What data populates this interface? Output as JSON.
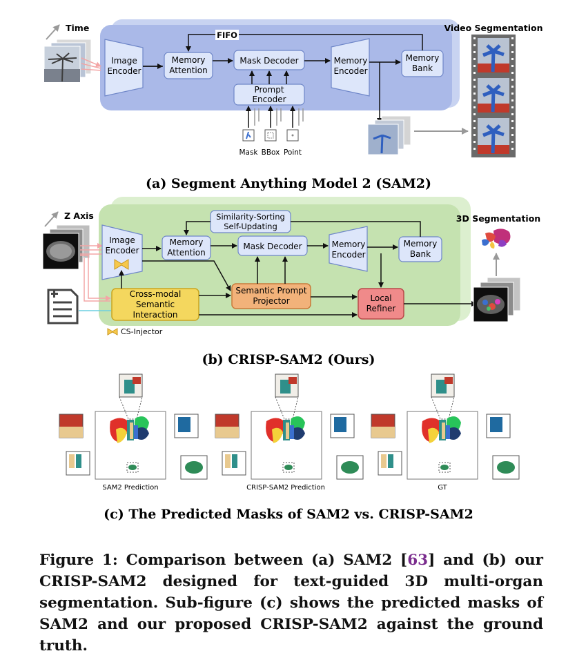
{
  "panel_a": {
    "caption": "(a) Segment Anything Model 2 (SAM2)",
    "time_label": "Time",
    "output_label": "Video Segmentation",
    "fifo_label": "FIFO",
    "image_encoder": [
      "Image",
      "Encoder"
    ],
    "memory_attention": [
      "Memory",
      "Attention"
    ],
    "mask_decoder": "Mask Decoder",
    "memory_encoder": [
      "Memory",
      "Encoder"
    ],
    "memory_bank": [
      "Memory",
      "Bank"
    ],
    "prompt_encoder": [
      "Prompt",
      "Encoder"
    ],
    "prompts": [
      "Mask",
      "BBox",
      "Point"
    ]
  },
  "panel_b": {
    "caption": "(b) CRISP-SAM2 (Ours)",
    "z_label": "Z Axis",
    "output_label": "3D  Segmentation",
    "updating_label": [
      "Similarity-Sorting",
      "Self-Updating"
    ],
    "image_encoder": [
      "Image",
      "Encoder"
    ],
    "memory_attention": [
      "Memory",
      "Attention"
    ],
    "mask_decoder": "Mask Decoder",
    "memory_encoder": [
      "Memory",
      "Encoder"
    ],
    "memory_bank": [
      "Memory",
      "Bank"
    ],
    "cross_modal": [
      "Cross-modal",
      "Semantic",
      "Interaction"
    ],
    "semantic_prompt": [
      "Semantic Prompt",
      "Projector"
    ],
    "local_refiner": [
      "Local",
      "Refiner"
    ],
    "legend": "CS-Injector"
  },
  "panel_c": {
    "caption": "(c) The Predicted Masks of SAM2 vs. CRISP-SAM2",
    "labels": [
      "SAM2 Prediction",
      "CRISP-SAM2 Prediction",
      "GT"
    ]
  },
  "figure_caption": {
    "prefix": "Figure 1: Comparison between (a) SAM2 [",
    "ref": "63",
    "suffix": "] and (b) our CRISP-SAM2 designed for text-guided 3D multi-organ segmentation. Sub-figure (c) shows the predicted masks of SAM2 and our proposed CRISP-SAM2 against the ground truth."
  },
  "colors": {
    "sam2_panel": "#aab9e8",
    "crisp_panel": "#c5e2b0",
    "module": "#dde6fa",
    "module_stroke": "#6e86c8",
    "yellow": "#f4d75e",
    "orange": "#f2b27a",
    "red": "#f08a8a",
    "citation": "#7b2d8e"
  }
}
